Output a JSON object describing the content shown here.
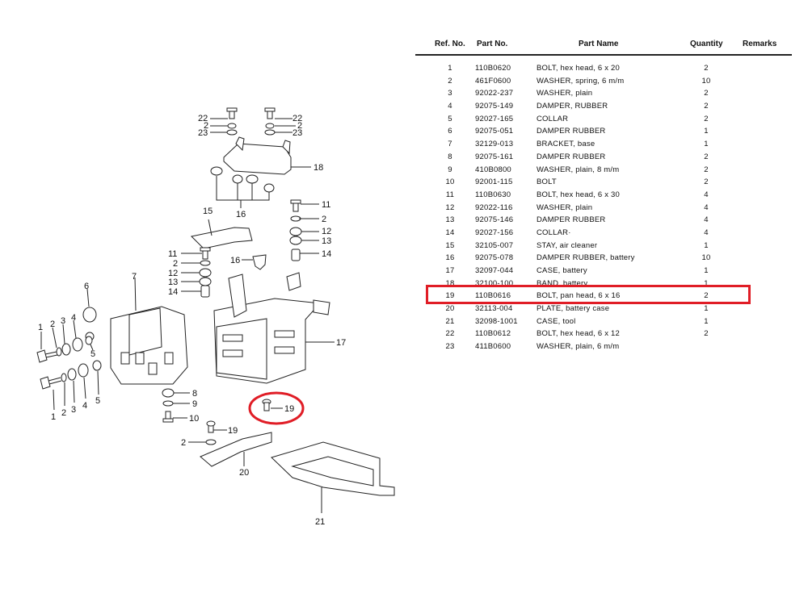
{
  "table": {
    "headers": {
      "ref": "Ref. No.",
      "part": "Part No.",
      "name": "Part Name",
      "qty": "Quantity",
      "remarks": "Remarks"
    },
    "rows": [
      {
        "ref": "1",
        "part": "110B0620",
        "name": "BOLT, hex head, 6 x 20",
        "qty": "2"
      },
      {
        "ref": "2",
        "part": "461F0600",
        "name": "WASHER, spring, 6 m/m",
        "qty": "10"
      },
      {
        "ref": "3",
        "part": "92022-237",
        "name": "WASHER, plain",
        "qty": "2"
      },
      {
        "ref": "4",
        "part": "92075-149",
        "name": "DAMPER, RUBBER",
        "qty": "2"
      },
      {
        "ref": "5",
        "part": "92027-165",
        "name": "COLLAR",
        "qty": "2"
      },
      {
        "ref": "6",
        "part": "92075-051",
        "name": "DAMPER RUBBER",
        "qty": "1"
      },
      {
        "ref": "7",
        "part": "32129-013",
        "name": "BRACKET, base",
        "qty": "1"
      },
      {
        "ref": "8",
        "part": "92075-161",
        "name": "DAMPER RUBBER",
        "qty": "2"
      },
      {
        "ref": "9",
        "part": "410B0800",
        "name": "WASHER, plain, 8 m/m",
        "qty": "2"
      },
      {
        "ref": "10",
        "part": "92001-115",
        "name": "BOLT",
        "qty": "2"
      },
      {
        "ref": "11",
        "part": "110B0630",
        "name": "BOLT, hex head, 6 x 30",
        "qty": "4"
      },
      {
        "ref": "12",
        "part": "92022-116",
        "name": "WASHER, plain",
        "qty": "4"
      },
      {
        "ref": "13",
        "part": "92075-146",
        "name": "DAMPER RUBBER",
        "qty": "4"
      },
      {
        "ref": "14",
        "part": "92027-156",
        "name": "COLLAR·",
        "qty": "4"
      },
      {
        "ref": "15",
        "part": "32105-007",
        "name": "STAY, air cleaner",
        "qty": "1"
      },
      {
        "ref": "16",
        "part": "92075-078",
        "name": "DAMPER RUBBER, battery",
        "qty": "10"
      },
      {
        "ref": "17",
        "part": "32097-044",
        "name": "CASE, battery",
        "qty": "1"
      },
      {
        "ref": "18",
        "part": "32100-100",
        "name": "BAND, battery",
        "qty": "1"
      },
      {
        "ref": "19",
        "part": "110B0616",
        "name": "BOLT, pan head, 6 x 16",
        "qty": "2"
      },
      {
        "ref": "20",
        "part": "32113-004",
        "name": "PLATE, battery case",
        "qty": "1"
      },
      {
        "ref": "21",
        "part": "32098-1001",
        "name": "CASE, tool",
        "qty": "1"
      },
      {
        "ref": "22",
        "part": "110B0612",
        "name": "BOLT, hex head, 6 x 12",
        "qty": "2"
      },
      {
        "ref": "23",
        "part": "411B0600",
        "name": "WASHER, plain, 6 m/m",
        "qty": ""
      }
    ]
  },
  "highlight": {
    "row_ref": "19",
    "color": "#e01d26"
  },
  "diagram": {
    "callouts": {
      "c1a": "1",
      "c2a": "2",
      "c3a": "3",
      "c4a": "4",
      "c5a": "5",
      "c6": "6",
      "c7": "7",
      "c1b": "1",
      "c2b": "2",
      "c3b": "3",
      "c4b": "4",
      "c5b": "5",
      "c8": "8",
      "c9": "9",
      "c10": "10",
      "c11a": "11",
      "c12a": "12",
      "c13a": "13",
      "c14a": "14",
      "c2c": "2",
      "c11b": "11",
      "c2d": "2",
      "c12b": "12",
      "c13b": "13",
      "c14b": "14",
      "c15": "15",
      "c16a": "16",
      "c16b": "16",
      "c17": "17",
      "c18": "18",
      "c19a": "19",
      "c19b": "19",
      "c2e": "2",
      "c20": "20",
      "c21": "21",
      "c22a": "22",
      "c2f": "2",
      "c23a": "23",
      "c22b": "22",
      "c2g": "2",
      "c23b": "23"
    }
  }
}
